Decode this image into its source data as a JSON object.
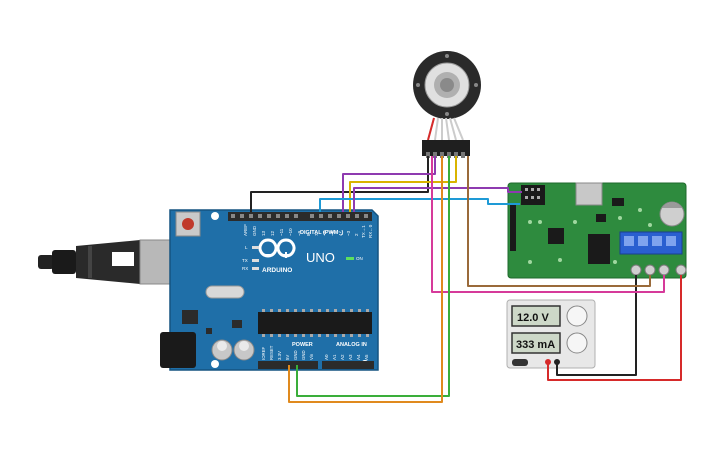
{
  "arduino": {
    "brand": "ARDUINO",
    "model": "UNO",
    "digital_header_label": "DIGITAL (PWM~)",
    "power_header_label": "POWER",
    "analog_header_label": "ANALOG IN",
    "on_led_label": "ON",
    "tx_label": "TX",
    "rx_label": "RX",
    "l_label": "L",
    "pin_labels_top": [
      "AREF",
      "GND",
      "13",
      "12",
      "~11",
      "~10",
      "~9",
      "8",
      "7",
      "~6",
      "~5",
      "4",
      "~3",
      "2",
      "TX→1",
      "RX←0"
    ],
    "pin_labels_power": [
      "IOREF",
      "RESET",
      "3.3V",
      "5V",
      "GND",
      "GND",
      "Vin"
    ],
    "pin_labels_analog": [
      "A0",
      "A1",
      "A2",
      "A3",
      "A4",
      "A5"
    ]
  },
  "power_supply": {
    "voltage": "12.0 V",
    "current": "333 mA"
  },
  "colors": {
    "board": "#1f6fa8",
    "driver_board": "#2e8b3e",
    "wire_black": "#222222",
    "wire_purple": "#8e3ab0",
    "wire_yellow": "#d9b400",
    "wire_cyan": "#1e9ad6",
    "wire_magenta": "#d63a9a",
    "wire_brown": "#9a6a3a",
    "wire_green": "#3aae3a",
    "wire_orange": "#e08a1e",
    "wire_red": "#d62a2a"
  }
}
